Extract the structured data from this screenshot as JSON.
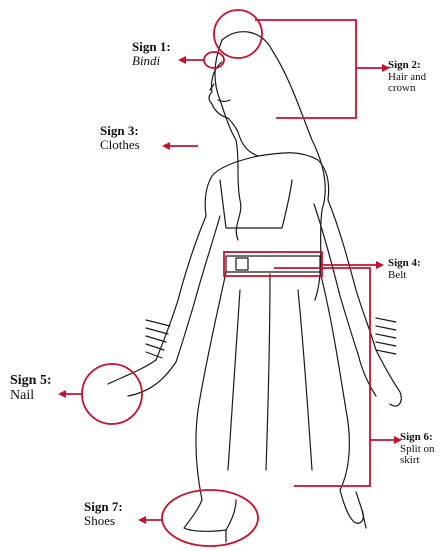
{
  "colors": {
    "annotation": "#c8102e",
    "ink": "#1a1a1a",
    "background": "#ffffff"
  },
  "signs": [
    {
      "id": "sign-1",
      "title": "Sign 1:",
      "text": "Bindi"
    },
    {
      "id": "sign-2",
      "title": "Sign 2:",
      "text": "Hair and crown"
    },
    {
      "id": "sign-3",
      "title": "Sign 3:",
      "text": "Clothes"
    },
    {
      "id": "sign-4",
      "title": "Sign 4:",
      "text": "Belt"
    },
    {
      "id": "sign-5",
      "title": "Sign 5:",
      "text": "Nail"
    },
    {
      "id": "sign-6",
      "title": "Sign 6:",
      "text": "Split on skirt"
    },
    {
      "id": "sign-7",
      "title": "Sign 7:",
      "text": "Shoes"
    }
  ]
}
